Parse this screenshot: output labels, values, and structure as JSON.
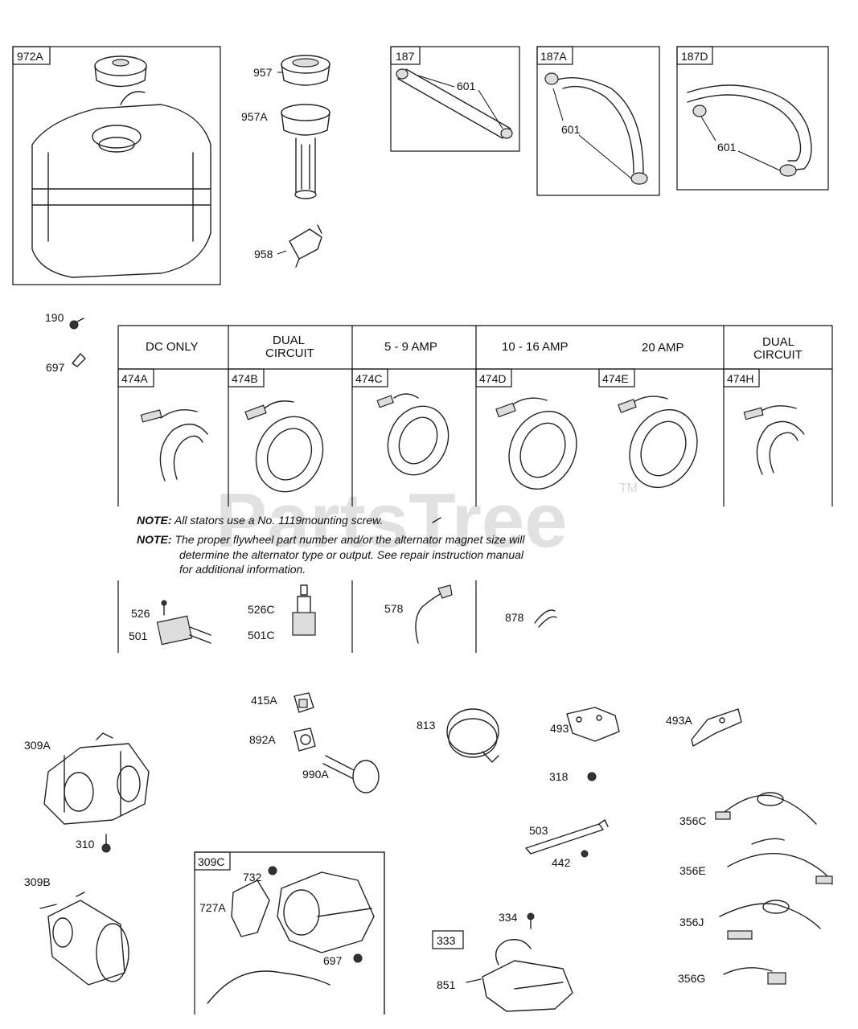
{
  "watermark": {
    "text": "PartsTree",
    "tm": "TM"
  },
  "boxes": {
    "b972A": "972A",
    "b187": "187",
    "b187A": "187A",
    "b187D": "187D",
    "b309C": "309C"
  },
  "callouts": {
    "c957": "957",
    "c957A": "957A",
    "c958": "958",
    "c601a": "601",
    "c601b": "601",
    "c601c": "601",
    "c190": "190",
    "c697a": "697",
    "c526": "526",
    "c501": "501",
    "c526C": "526C",
    "c501C": "501C",
    "c578": "578",
    "c878": "878",
    "c415A": "415A",
    "c892A": "892A",
    "c990A": "990A",
    "c813": "813",
    "c493": "493",
    "c493A": "493A",
    "c318": "318",
    "c309A": "309A",
    "c310": "310",
    "c309B": "309B",
    "c503": "503",
    "c442": "442",
    "c356C": "356C",
    "c356E": "356E",
    "c356J": "356J",
    "c356G": "356G",
    "c732": "732",
    "c727A": "727A",
    "c697b": "697",
    "c334": "334",
    "c333": "333",
    "c851": "851"
  },
  "stator_table": {
    "headers": {
      "h1": "DC ONLY",
      "h2a": "DUAL",
      "h2b": "CIRCUIT",
      "h3": "5 - 9 AMP",
      "h4": "10 - 16 AMP",
      "h5": "20 AMP",
      "h6a": "DUAL",
      "h6b": "CIRCUIT"
    },
    "parts": {
      "p474A": "474A",
      "p474B": "474B",
      "p474C": "474C",
      "p474D": "474D",
      "p474E": "474E",
      "p474H": "474H"
    }
  },
  "notes": {
    "n1_label": "NOTE:",
    "n1_text": "All stators use a No. 1119mounting screw.",
    "n2_label": "NOTE:",
    "n2_line1": "The proper flywheel part number and/or the alternator magnet size will",
    "n2_line2": "determine the alternator type or output. See repair instruction manual",
    "n2_line3": "for additional information."
  }
}
